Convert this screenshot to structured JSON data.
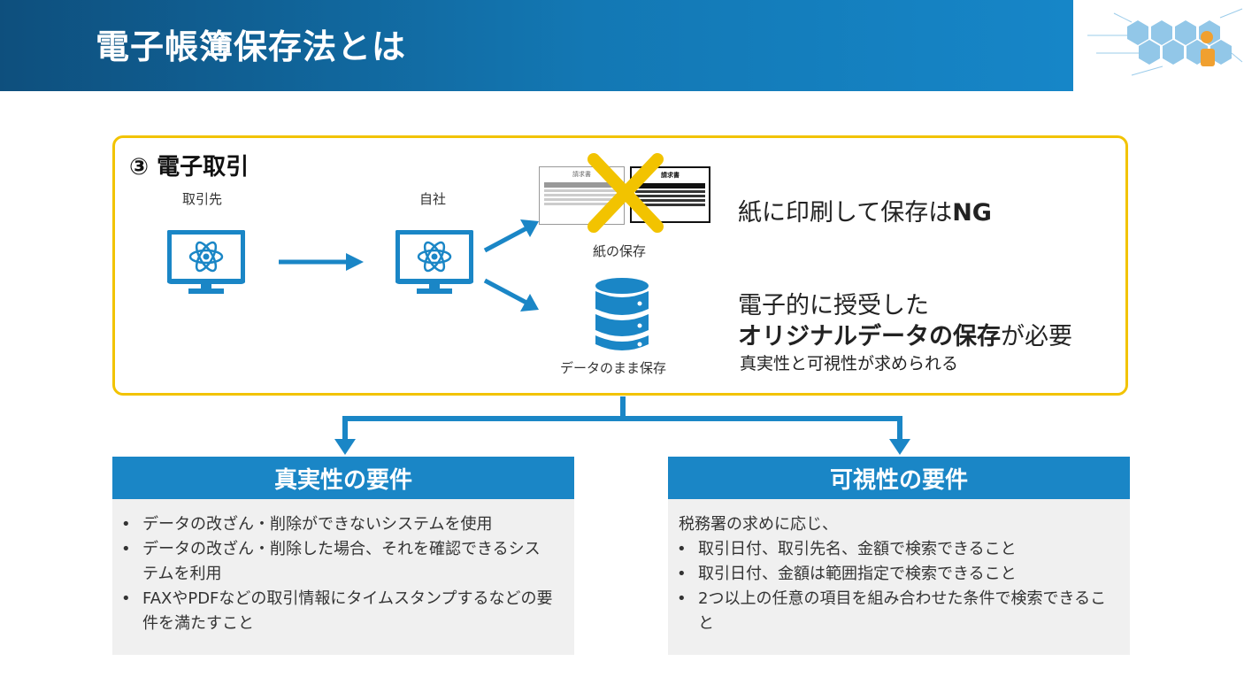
{
  "header": {
    "title": "電子帳簿保存法とは"
  },
  "section": {
    "title": "③ 電子取引"
  },
  "diagram": {
    "partner_label": "取引先",
    "own_label": "自社",
    "paper_label": "紙の保存",
    "invoice_label": "請求書",
    "data_label": "データのまま保存",
    "ng_text": "紙に印刷して保存は",
    "ng_bold": "NG",
    "line1": "電子的に授受した",
    "line2_bold": "オリジナルデータの保存",
    "line2_rest": "が必要",
    "line3": "真実性と可視性が求められる"
  },
  "left_req": {
    "title": "真実性の要件",
    "items": [
      "データの改ざん・削除ができないシステムを使用",
      "データの改ざん・削除した場合、それを確認できるシステムを利用",
      "FAXやPDFなどの取引情報にタイムスタンプするなどの要件を満たすこと"
    ]
  },
  "right_req": {
    "title": "可視性の要件",
    "intro": "税務署の求めに応じ、",
    "items": [
      "取引日付、取引先名、金額で検索できること",
      "取引日付、金額は範囲指定で検索できること",
      "2つ以上の任意の項目を組み合わせた条件で検索できること"
    ]
  },
  "bullet": "•",
  "colors": {
    "header": "#1378b4",
    "accent_yellow": "#f2c300",
    "icon_blue": "#1a86c6",
    "panel": "#f0f0f0"
  }
}
